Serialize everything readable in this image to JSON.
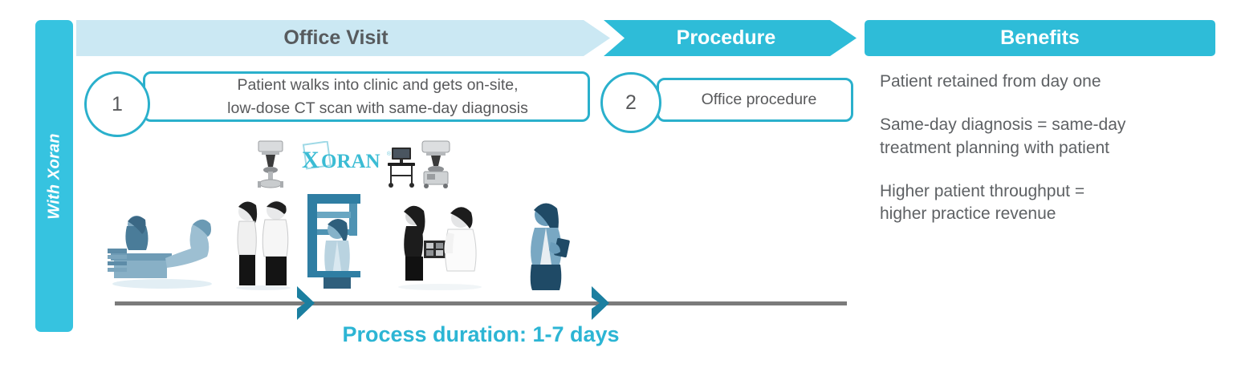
{
  "sidebar": {
    "label": "With Xoran",
    "color": "#36c3e0"
  },
  "phases": {
    "office_visit": {
      "label": "Office Visit",
      "bg": "#cbe8f3",
      "text_color": "#575b5e"
    },
    "procedure": {
      "label": "Procedure",
      "bg": "#2ebcd8",
      "text_color": "#ffffff"
    },
    "benefits": {
      "label": "Benefits",
      "bg": "#2ebcd8",
      "text_color": "#ffffff"
    }
  },
  "steps": [
    {
      "number": "1",
      "line1": "Patient walks into clinic and gets on-site,",
      "line2": "low-dose CT scan with same-day diagnosis"
    },
    {
      "number": "2",
      "line1": "Office  procedure"
    }
  ],
  "logo": {
    "name": "xoran-logo",
    "wordmark": "XORAN",
    "trademark": "®",
    "color": "#4cc6da"
  },
  "illustrations": [
    {
      "name": "ct-scanner-icon"
    },
    {
      "name": "workstation-cart-icon"
    },
    {
      "name": "ct-scanner-right-icon"
    },
    {
      "name": "reception-desk-people-figure"
    },
    {
      "name": "two-people-talking-figure"
    },
    {
      "name": "patient-in-scanner-figure"
    },
    {
      "name": "doctor-showing-scan-figure"
    },
    {
      "name": "woman-with-tablet-figure"
    }
  ],
  "timeline": {
    "duration_label": "Process duration: 1-7 days",
    "duration_color": "#2cb5d4",
    "line_color": "#7b7b7b",
    "chevron_color": "#1b7fa0",
    "markers": 2
  },
  "benefits": {
    "items": [
      {
        "line1": "Patient retained from day one"
      },
      {
        "line1": "Same-day diagnosis = same-day",
        "line2": "treatment planning with patient"
      },
      {
        "line1": "Higher patient throughput =",
        "line2": "higher practice revenue"
      }
    ]
  },
  "accent": {
    "teal": "#2ebcd8",
    "teal_dark": "#2ab0cc",
    "light_blue": "#cbe8f3",
    "figure_blue": "#5b8fae",
    "figure_dark": "#1c3f56"
  }
}
